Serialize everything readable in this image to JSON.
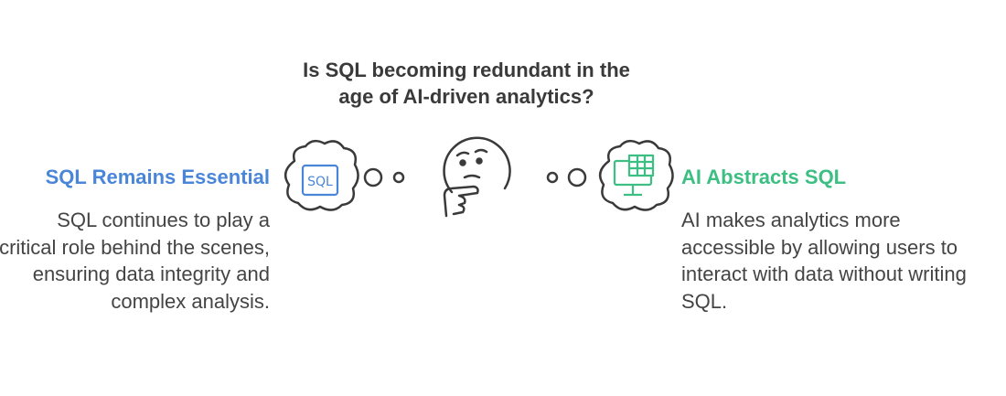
{
  "title": {
    "line1": "Is SQL becoming redundant in the",
    "line2": "age of AI-driven analytics?"
  },
  "left": {
    "heading": "SQL Remains Essential",
    "body": "SQL continues to play a critical role behind the scenes, ensuring data integrity and complex analysis.",
    "icon_label": "SQL",
    "color": "#4a86d8"
  },
  "right": {
    "heading": "AI Abstracts SQL",
    "body": "AI makes analytics more accessible by allowing users to interact with data without writing SQL.",
    "color": "#3dbf83"
  },
  "icons": {
    "left_cloud": "sql-thought-cloud-icon",
    "center": "thinking-face-icon",
    "right_cloud": "monitor-thought-cloud-icon"
  }
}
